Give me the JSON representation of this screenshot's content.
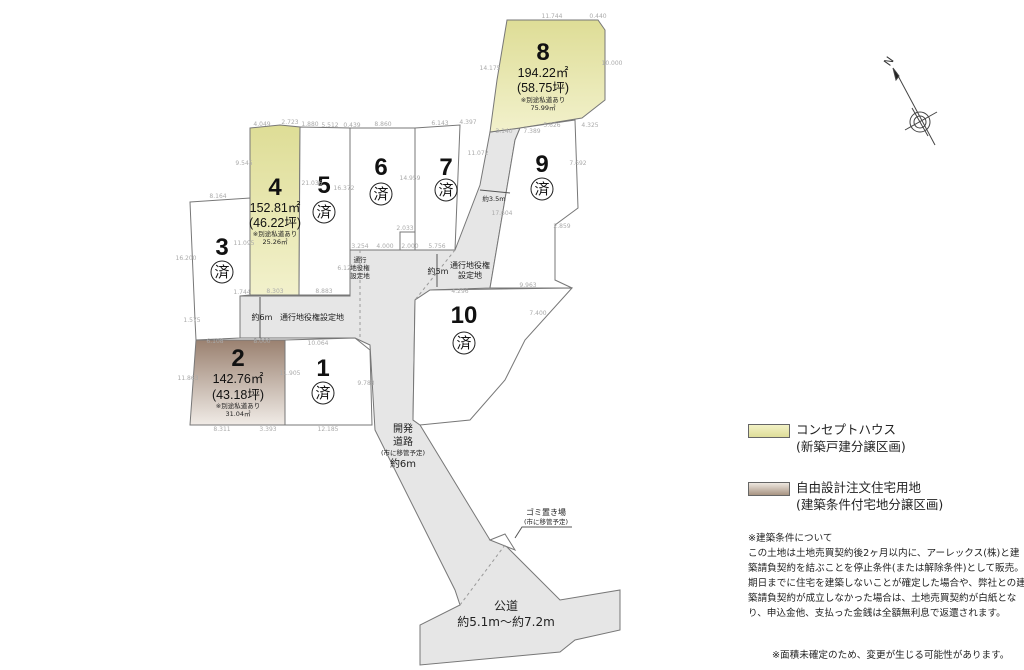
{
  "lots": [
    {
      "number": "1",
      "sold": "済"
    },
    {
      "number": "2",
      "area": "142.76㎡",
      "tsubo": "(43.18坪)",
      "note": "※別途私道あり",
      "note_area": "31.04㎡"
    },
    {
      "number": "3",
      "sold": "済"
    },
    {
      "number": "4",
      "area": "152.81㎡",
      "tsubo": "(46.22坪)",
      "note": "※別途私道あり",
      "note_area": "25.26㎡"
    },
    {
      "number": "5",
      "sold": "済"
    },
    {
      "number": "6",
      "sold": "済"
    },
    {
      "number": "7",
      "sold": "済"
    },
    {
      "number": "8",
      "area": "194.22㎡",
      "tsubo": "(58.75坪)",
      "note": "※別途私道あり",
      "note_area": "75.99㎡"
    },
    {
      "number": "9",
      "sold": "済"
    },
    {
      "number": "10",
      "sold": "済"
    }
  ],
  "labels": {
    "easement_6m_width": "約6m",
    "easement_6m": "通行地役権設定地",
    "easement_small_1": "通行",
    "easement_small_2": "地役権",
    "easement_small_3": "設定地",
    "easement_5m_width": "約5m",
    "easement_5m_1": "通行地役権",
    "easement_5m_2": "設定地",
    "width_3_5m": "約3.5m",
    "dev_road_1": "開発",
    "dev_road_2": "道路",
    "dev_road_note": "(市に移管予定)",
    "dev_road_width": "約6m",
    "garbage": "ゴミ置き場",
    "garbage_note": "(市に移管予定)",
    "public_road": "公道",
    "public_road_width": "約5.1m〜約7.2m",
    "north": "N"
  },
  "dims": [
    "11.744",
    "0.440",
    "10.000",
    "14.175",
    "4.325",
    "5.626",
    "7.389",
    "3.140",
    "4.049",
    "2.723",
    "1.880",
    "5.512",
    "0.439",
    "8.860",
    "6.143",
    "4.397",
    "8.164",
    "9.545",
    "21.036",
    "16.372",
    "14.959",
    "11.095",
    "16.200",
    "1.744",
    "8.303",
    "8.883",
    "3.254",
    "4.000",
    "2.000",
    "5.756",
    "2.033",
    "6.121",
    "1.575",
    "6.108",
    "8.000",
    "10.064",
    "11.863",
    "11.905",
    "9.783",
    "8.311",
    "3.393",
    "12.185",
    "9.963",
    "4.296",
    "17.604",
    "7.400",
    "7.692",
    "2.859",
    "11.072"
  ],
  "legend": [
    {
      "line1": "コンセプトハウス",
      "line2": "(新築戸建分譲区画)",
      "color": "#e6e4a6"
    },
    {
      "line1": "自由設計注文住宅用地",
      "line2": "(建築条件付宅地分譲区画)",
      "color": "#b8a898"
    }
  ],
  "conditions": {
    "title": "※建築条件について",
    "body": "この土地は土地売買契約後2ヶ月以内に、アーレックス(株)と建築請負契約を結ぶことを停止条件(または解除条件)として販売。期日までに住宅を建築しないことが確定した場合や、弊社との建築請負契約が成立しなかった場合は、土地売買契約が白紙となり、申込金他、支払った金銭は全額無利息で返還されます。"
  },
  "footnote": "※面積未確定のため、変更が生じる可能性があります。",
  "colors": {
    "concept": "#e6e4a6",
    "custom": "#b8a898",
    "road": "#e6e6e6"
  }
}
